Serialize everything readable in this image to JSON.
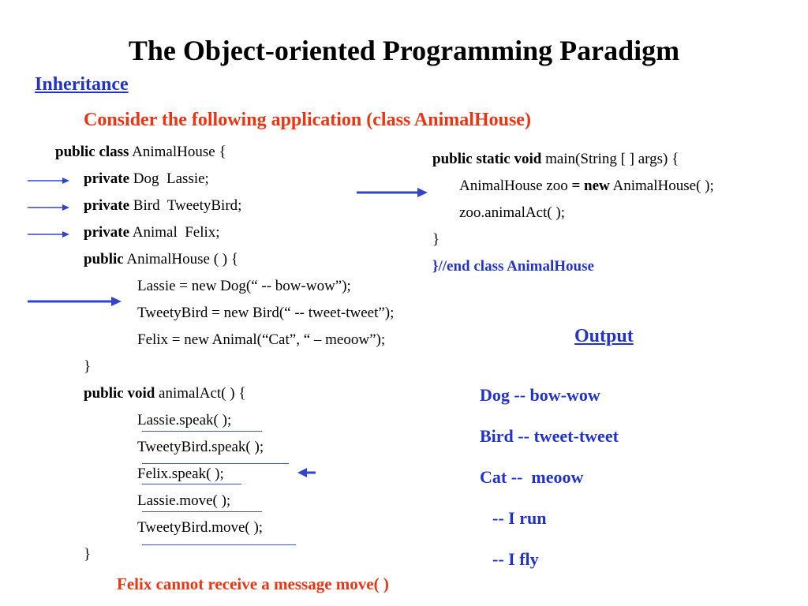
{
  "slide": {
    "title": "The Object-oriented Programming Paradigm",
    "section": "Inheritance",
    "subtitle": "Consider the following application (class AnimalHouse)",
    "note": "Felix cannot receive a message move( )"
  },
  "code_left": [
    {
      "kw": "public class",
      "text": " AnimalHouse {"
    },
    {
      "kw": "private",
      "text": " Dog  Lassie;"
    },
    {
      "kw": "private",
      "text": " Bird  TweetyBird;"
    },
    {
      "kw": "private",
      "text": " Animal  Felix;"
    },
    {
      "kw": "public",
      "text": " AnimalHouse ( ) {"
    },
    {
      "kw": "",
      "text": "Lassie = new Dog(“ -- bow-wow”);"
    },
    {
      "kw": "",
      "text": "TweetyBird = new Bird(“ -- tweet-tweet”);"
    },
    {
      "kw": "",
      "text": "Felix = new Animal(“Cat”, “ – meoow”);"
    },
    {
      "kw": "",
      "text": "}"
    },
    {
      "kw": "public void",
      "text": " animalAct( ) {"
    },
    {
      "kw": "",
      "text": "Lassie.speak( );"
    },
    {
      "kw": "",
      "text": "TweetyBird.speak( );"
    },
    {
      "kw": "",
      "text": "Felix.speak( );"
    },
    {
      "kw": "",
      "text": "Lassie.move( );"
    },
    {
      "kw": "",
      "text": "TweetyBird.move( );"
    },
    {
      "kw": "",
      "text": "}"
    }
  ],
  "code_right": {
    "line1_kw": "public static void",
    "line1_text": " main(String [ ] args) {",
    "line2_pre": "AnimalHouse zoo ",
    "line2_kw": "= new",
    "line2_post": " AnimalHouse( );",
    "line3": "zoo.animalAct( );",
    "line4": "}",
    "line5": "}//end class AnimalHouse"
  },
  "output": {
    "label": "Output",
    "lines": [
      "Dog -- bow-wow",
      "Bird -- tweet-tweet",
      "Cat --  meoow",
      "-- I run",
      "-- I fly"
    ]
  },
  "colors": {
    "accent_blue": "#2233cc",
    "accent_red": "#ee3311",
    "arrow_blue": "#3344cc"
  }
}
